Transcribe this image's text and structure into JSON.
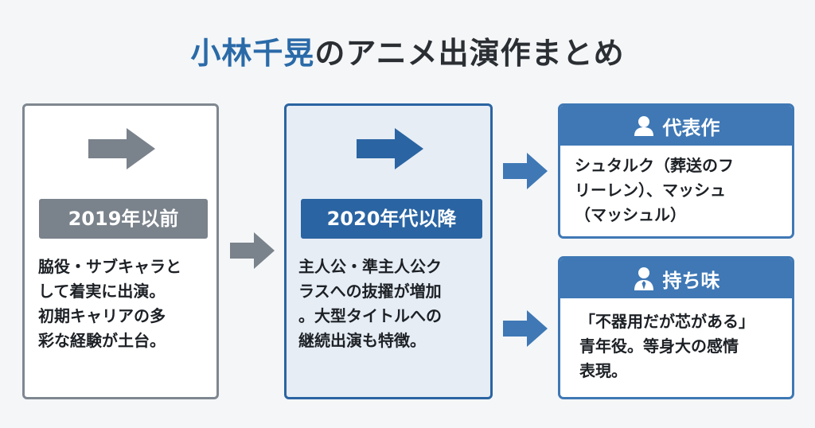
{
  "title": {
    "accent": "小林千晃",
    "rest": "のアニメ出演作まとめ"
  },
  "left_card": {
    "label": "2019年以前",
    "lines": [
      "脇役・サブキャラと",
      "して着実に出演。",
      "初期キャリアの多",
      "彩な経験が土台。"
    ]
  },
  "mid_card": {
    "label": "2020年代以降",
    "lines": [
      "主人公・準主人公ク",
      "ラスへの抜擢が増加",
      "。大型タイトルへの",
      "継続出演も特徴。"
    ]
  },
  "panel_top": {
    "header": "代表作",
    "icon": "person-icon",
    "lines": [
      "シュタルク（葬送のフ",
      "リーレン）、マッシュ",
      "（マッシュル）"
    ]
  },
  "panel_bottom": {
    "header": "持ち味",
    "icon": "businessman-icon",
    "lines": [
      "「不器用だが芯がある」",
      "青年役。等身大の感情",
      "表現。"
    ]
  },
  "colors": {
    "accent_blue": "#2a6aa8",
    "gray": "#7a828b",
    "panel_blue": "#3f78b5",
    "mid_fill": "#e6edf5"
  }
}
